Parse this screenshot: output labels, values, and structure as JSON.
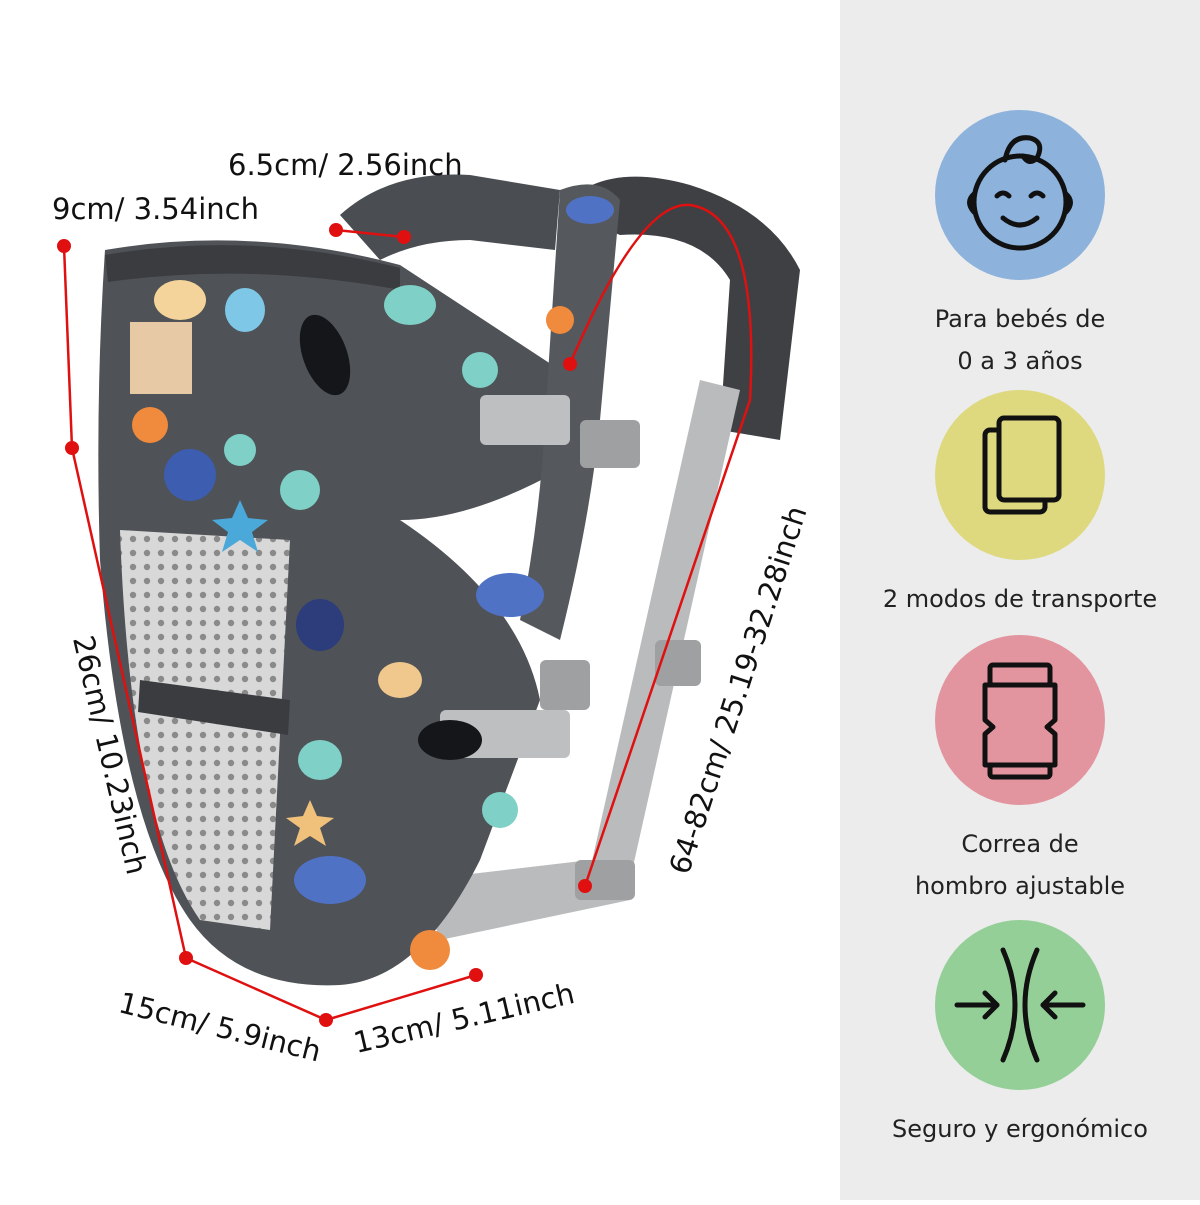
{
  "dimensions": {
    "width_top": "6.5cm/ 2.56inch",
    "width_head": "9cm/ 3.54inch",
    "height_panel": "26cm/ 10.23inch",
    "strap_length": "64-82cm/ 25.19-32.28inch",
    "depth_left": "15cm/ 5.9inch",
    "depth_right": "13cm/ 5.11inch"
  },
  "features": [
    {
      "label": "Para bebés de\n0 a 3 años",
      "icon": "baby-face-icon",
      "color": "#8db2dc"
    },
    {
      "label": "2 modos de transporte",
      "icon": "two-modes-icon",
      "color": "#ded97e"
    },
    {
      "label": "Correa de\nhombro ajustable",
      "icon": "buckle-icon",
      "color": "#e3959f"
    },
    {
      "label": "Seguro y ergonómico",
      "icon": "ergonomic-icon",
      "color": "#94cf98"
    }
  ],
  "colors": {
    "accent_line": "#e01010",
    "panel_bg": "#ececec",
    "carrier_fabric": "#4f5256",
    "strap_gray": "#b9bbbd"
  }
}
